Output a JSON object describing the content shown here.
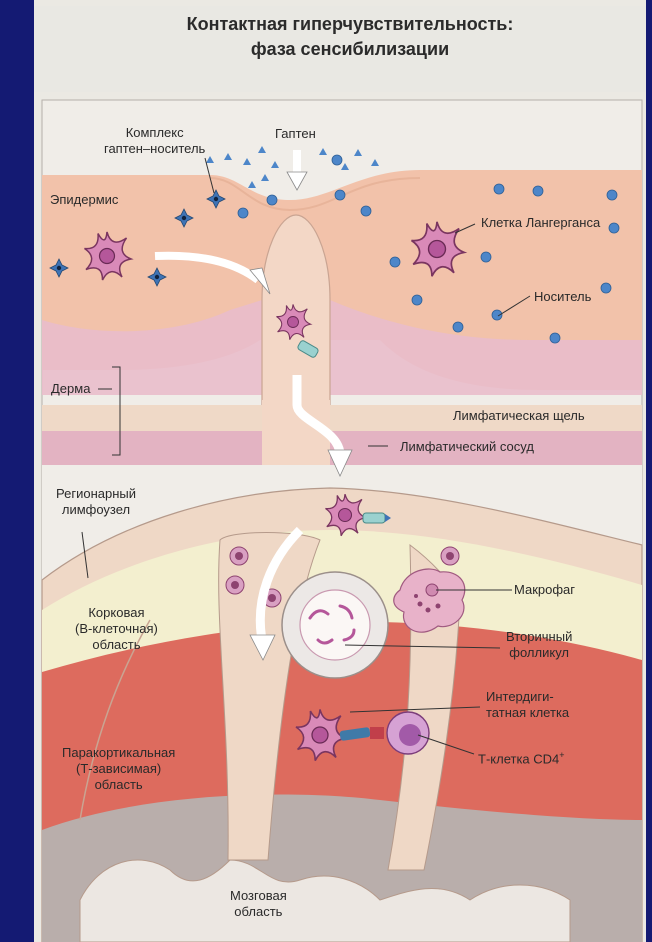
{
  "title": {
    "line1": "Контактная гиперчувствительность:",
    "line2": "фаза сенсибилизации"
  },
  "labels": {
    "complex_line1": "Комплекс",
    "complex_line2": "гаптен–носитель",
    "hapten": "Гаптен",
    "epidermis": "Эпидермис",
    "langerhans": "Клетка Лангерганса",
    "carrier": "Носитель",
    "dermis": "Дерма",
    "lymph_slit": "Лимфатическая щель",
    "lymph_vessel": "Лимфатический сосуд",
    "node_line1": "Регионарный",
    "node_line2": "лимфоузел",
    "cortex_line1": "Корковая",
    "cortex_line2": "(В-клеточная)",
    "cortex_line3": "область",
    "macrophage": "Макрофаг",
    "follicle_line1": "Вторичный",
    "follicle_line2": "фолликул",
    "interdig_line1": "Интердиги-",
    "interdig_line2": "татная клетка",
    "paracortex_line1": "Паракортикальная",
    "paracortex_line2": "(Т-зависимая)",
    "paracortex_line3": "область",
    "tcell": "Т-клетка CD4",
    "tcell_sup": "+",
    "medulla_line1": "Мозговая",
    "medulla_line2": "область"
  },
  "colors": {
    "background": "#141a73",
    "paper": "#ebe9e3",
    "epidermis": "#f2c2aa",
    "dermis": "#e9bccb",
    "vessel_wall": "#efd6c0",
    "cortex": "#f3efcf",
    "paracortex": "#dd6b5e",
    "medulla": "#b9aeab",
    "cell": "#d98ab8",
    "carrier_dot": "#4d86c9"
  }
}
